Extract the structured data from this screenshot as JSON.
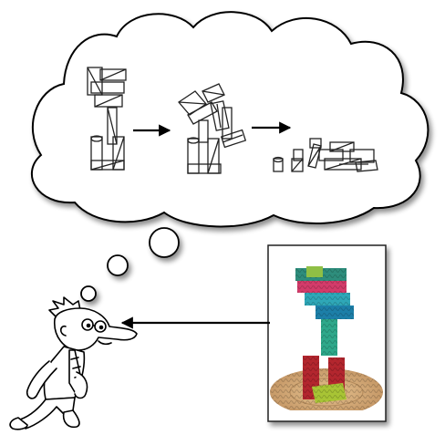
{
  "figure": {
    "thought_cloud": {
      "stages": [
        "wireframe-block-tower",
        "wireframe-tower-toppling",
        "wireframe-blocks-fallen"
      ],
      "arrows": [
        "arrow-right",
        "arrow-right"
      ]
    },
    "thought_bubbles": 3,
    "photo": {
      "subject": "colored-block-tower",
      "block_colors": [
        "#2f8d7b",
        "#d33a6a",
        "#2fa7b7",
        "#1f7fa8",
        "#2ea88a",
        "#b3262e",
        "#a8c435"
      ],
      "ground_color": "#caa06a",
      "background_color": "#ffffff"
    },
    "pointer_arrow": "arrow-left",
    "person": "cartoon-man-thinking"
  }
}
